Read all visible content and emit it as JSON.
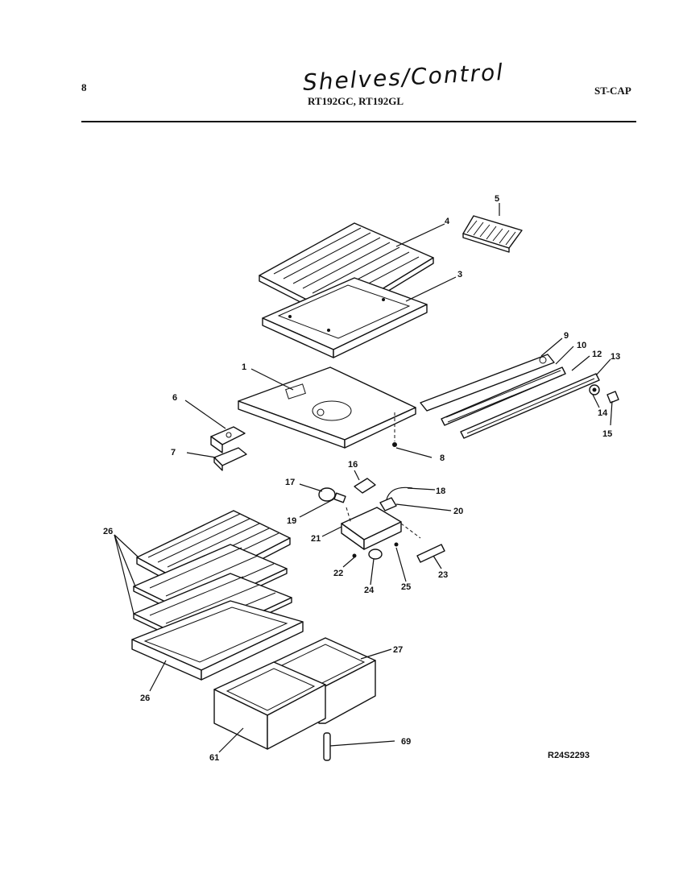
{
  "header": {
    "page_number": "8",
    "handwritten_title": "Shelves/Control",
    "model_numbers": "RT192GC, RT192GL",
    "section_code": "ST-CAP"
  },
  "diagram": {
    "part_number": "R24S2293",
    "callouts": [
      "1",
      "3",
      "4",
      "5",
      "6",
      "7",
      "8",
      "9",
      "10",
      "12",
      "13",
      "14",
      "15",
      "16",
      "17",
      "18",
      "19",
      "20",
      "21",
      "22",
      "23",
      "24",
      "25",
      "26",
      "26",
      "27",
      "61",
      "69"
    ]
  }
}
